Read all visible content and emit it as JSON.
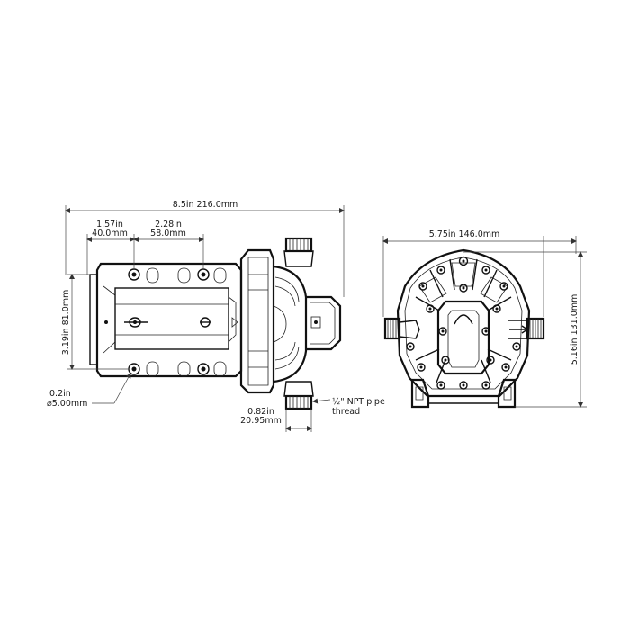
{
  "dimensions": {
    "overall_length": "8.5in 216.0mm",
    "port_offset_in": "1.57in",
    "port_offset_mm": "40.0mm",
    "port_spacing_in": "2.28in",
    "port_spacing_mm": "58.0mm",
    "mount_height": "3.19in 81.0mm",
    "hole_dia_in": "0.2in",
    "hole_dia_mm": "⌀5.00mm",
    "port_width_in": "0.82in",
    "port_width_mm": "20.95mm",
    "thread_line1": "½\" NPT pipe",
    "thread_line2": "thread",
    "end_width": "5.75in 146.0mm",
    "end_height": "5.16in 131.0mm"
  }
}
